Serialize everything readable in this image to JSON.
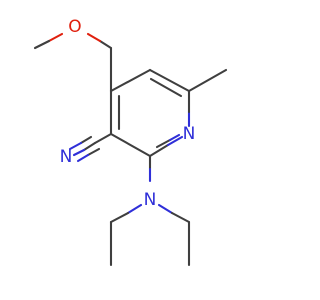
{
  "molecule": {
    "atoms": {
      "methoxy_oxygen": "O",
      "ring_nitrogen": "N",
      "nitrile_nitrogen": "N",
      "amine_nitrogen": "N"
    },
    "colors": {
      "bond": "#3f3f3f",
      "nitrogen": "#2f2fd8",
      "oxygen": "#e0200e",
      "background": "#ffffff"
    }
  }
}
